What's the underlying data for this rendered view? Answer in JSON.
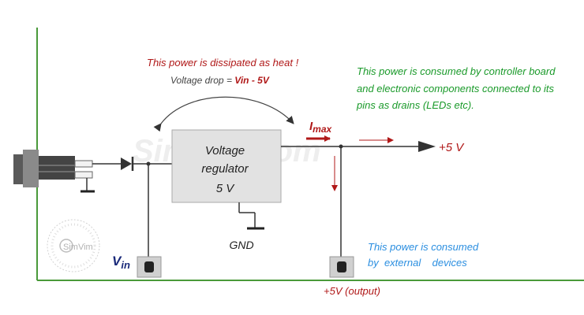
{
  "watermark": "SimVim.com",
  "logo": {
    "text": "SimVim"
  },
  "heat_note": {
    "line1": "This power is dissipated as heat !",
    "drop_prefix": "Voltage drop = ",
    "drop_value": "Vin - 5V"
  },
  "board_note": {
    "line1": "This power is consumed by controller board",
    "line2": "and electronic components connected to its",
    "line3": "pins as drains (LEDs etc)."
  },
  "external_note": {
    "line1": "This power is consumed",
    "line2": "by  external    devices"
  },
  "regulator": {
    "line1": "Voltage",
    "line2": "regulator",
    "line3": "5 V"
  },
  "labels": {
    "imax_main": "I",
    "imax_sub": "max",
    "plus5v": "+5 V",
    "gnd": "GND",
    "vin_main": "V",
    "vin_sub": "in",
    "output": "+5V (output)"
  },
  "colors": {
    "heat_text": "#b01818",
    "board_text": "#1a9a2a",
    "external_text": "#2a8ee0",
    "vin_text": "#1a2a7a",
    "regulator_fill": "#e2e2e2",
    "panel_line": "#4a9a3a",
    "wire": "#333333",
    "arrow_red": "#b01818"
  }
}
